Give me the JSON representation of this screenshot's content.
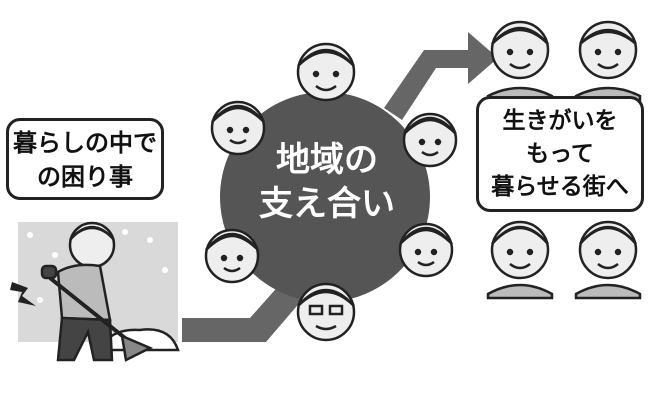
{
  "center_label": {
    "line1": "地域の",
    "line2": "支え合い"
  },
  "problem_label": {
    "line1": "暮らしの中で",
    "line2": "の困り事"
  },
  "goal_label": {
    "line1": "生きがいを",
    "line2": "もって",
    "line3": "暮らせる街へ"
  },
  "colors": {
    "circle": "#555555",
    "arrow": "#666666",
    "outline": "#222222",
    "skin": "#eeeeee",
    "hair": "#cfcfcf",
    "snow_bg": "#d9d9d9"
  },
  "icons": [
    "elderly-person-icon",
    "arrow-icon",
    "snow-shovel-icon",
    "pain-spark-icon"
  ]
}
